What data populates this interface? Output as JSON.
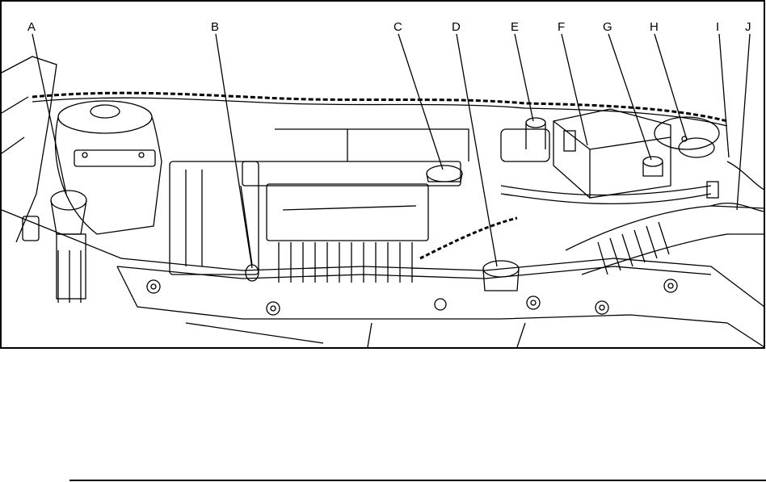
{
  "diagram": {
    "labels": [
      "A",
      "B",
      "C",
      "D",
      "E",
      "F",
      "G",
      "H",
      "I",
      "J"
    ]
  }
}
